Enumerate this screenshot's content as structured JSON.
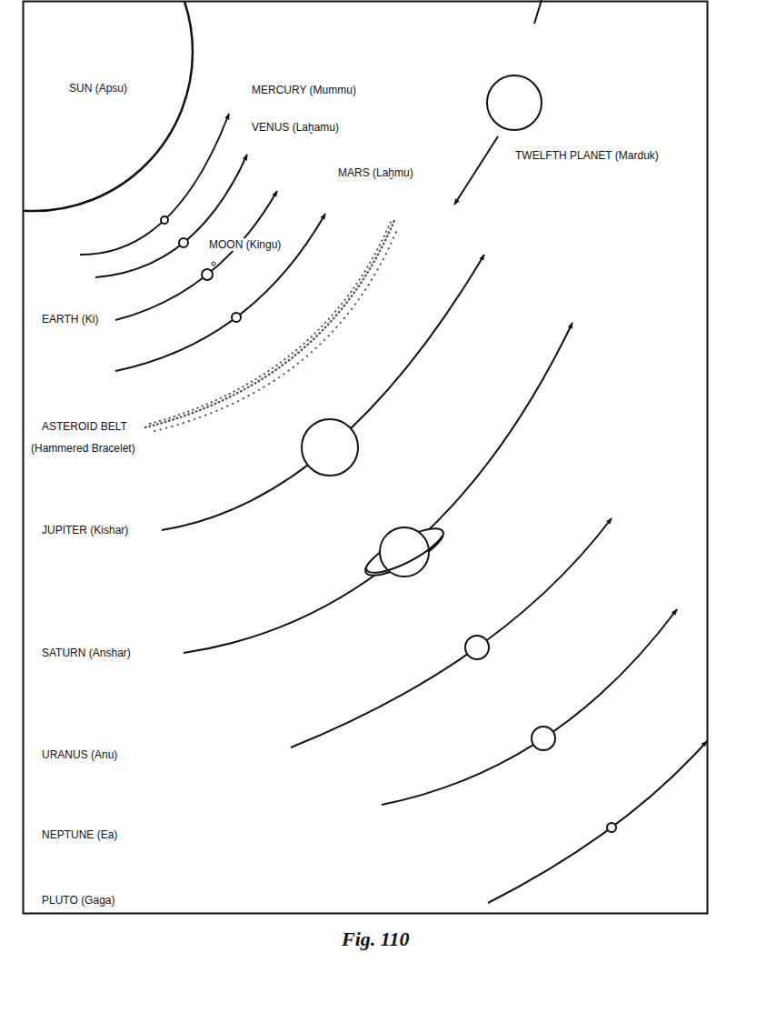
{
  "diagram": {
    "caption": "Fig. 110",
    "nodes": [
      {
        "text": [
          "SUN (Apsu)"
        ]
      }
    ],
    "labels": [
      "TWELFTH PLANET (Marduk)",
      "MERCURY (Mummu)",
      "VENUS (Laḫamu)",
      "MARS (Laḫmu)",
      "MOON (Kingu)",
      "EARTH (Ki)",
      "ASTEROID BELT",
      "(Hammered Bracelet)",
      "JUPITER (Kishar)",
      "SATURN (Anshar)",
      "URANUS (Anu)",
      "NEPTUNE (Ea)",
      "PLUTO (Gaga)"
    ]
  }
}
